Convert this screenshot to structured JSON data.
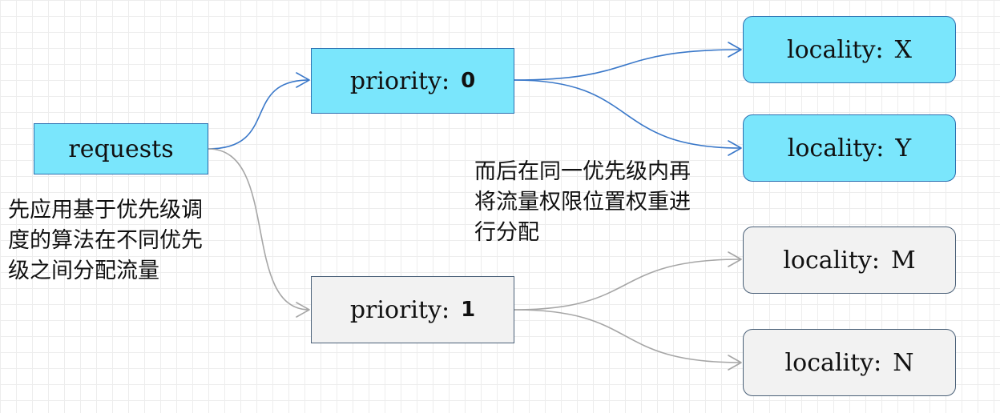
{
  "nodes": {
    "requests": {
      "label": "requests"
    },
    "priority_0": {
      "label": "priority:",
      "value": "0"
    },
    "priority_1": {
      "label": "priority:",
      "value": "1"
    },
    "locality_x": {
      "label": "locality:",
      "value": "X"
    },
    "locality_y": {
      "label": "locality:",
      "value": "Y"
    },
    "locality_m": {
      "label": "locality:",
      "value": "M"
    },
    "locality_n": {
      "label": "locality:",
      "value": "N"
    }
  },
  "annotations": {
    "left_note": [
      "先应用基于优先级调",
      "度的算法在不同优先",
      "级之间分配流量"
    ],
    "right_note": [
      "而后在同一优先级内再",
      "将流量权限位置权重进",
      "行分配"
    ]
  },
  "colors": {
    "node_blue_fill": "#7ae6fc",
    "node_gray_fill": "#f2f2f2",
    "edge_blue": "#3a78c9",
    "edge_gray": "#a6a6a6"
  }
}
